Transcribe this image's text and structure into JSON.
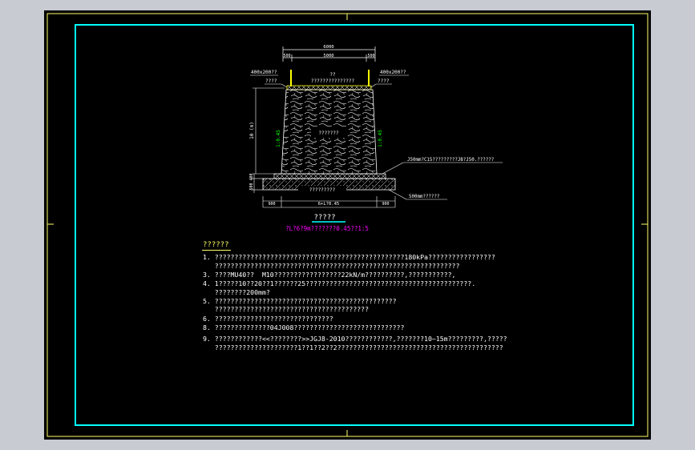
{
  "colors": {
    "background": "#c8ccd2",
    "sheet": "#000000",
    "outer_border": "#ffff66",
    "inner_border": "#00ffff",
    "dimension": "#ffffff",
    "leader": "#ffff00",
    "slope": "#00ff00",
    "section_title": "#ffffff",
    "scale_text": "#ff00ff",
    "notes_heading": "#ffff66",
    "notes": "#ffffff"
  },
  "drawing": {
    "top_dims": {
      "overall": "6000",
      "left": "500",
      "middle": "5000",
      "right": "500"
    },
    "left_cap_label": "400x200??",
    "left_cap_sub": "????",
    "right_cap_label": "400x200??",
    "right_cap_sub": "????",
    "top_center_label": "??",
    "top_center_sub": "???????????????",
    "height_label": "10 (m)",
    "slope_left": "1:0.45",
    "slope_right": "1:0.45",
    "body_label": "???????",
    "cushion_label": "J50mm?C15?????????J8?J50.??????",
    "base_label": "?????????",
    "bottom_right_label": "500mm??????",
    "base_dim_left_small": "400",
    "base_dim_left": "500",
    "bottom_dims": {
      "left": "900",
      "middle": "6+L?0.45",
      "right": "900"
    },
    "section_title": "?????",
    "scale_text": "?L?6?9m???????0.45??1:5"
  },
  "notes": {
    "heading": "??????",
    "lines": [
      "1. ????????????????????????????????????????????????180kPa?????????????????",
      "   ??????????????????????????????????????????????????????????????",
      "3. ????MU40??  M10?????????????????22kN/m??????????,???????????,",
      "4. 1?????10??20??1??????25??????????????????????????????????????????.",
      "   ????????200mm?",
      "5. ??????????????????????????????????????????????",
      "   ???????????????????????????????????????",
      "6. ??????????????????????????????",
      "8. ??????????????04J008????????????????????????????",
      "9. ????????????<<????????>>JGJ8-2010????????????,???????10~15m?????????,?????",
      "   ?????????????????????1??1??2??2??????????????????????????????????????????"
    ]
  }
}
